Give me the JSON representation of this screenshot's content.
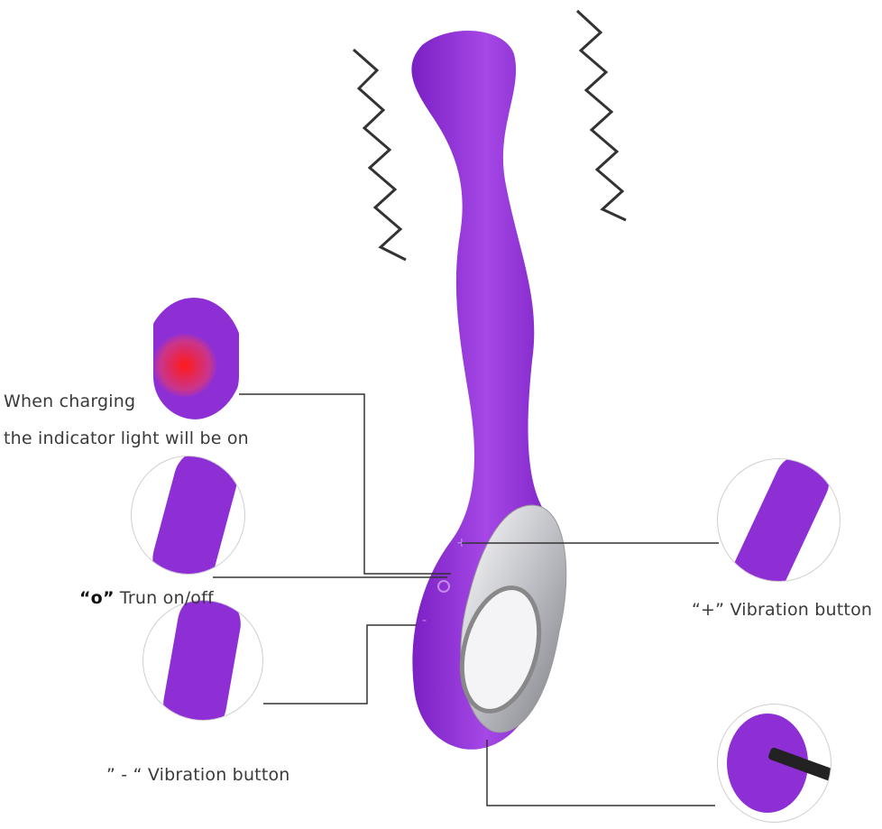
{
  "diagram": {
    "subject": "purple handheld device with control buttons",
    "colors": {
      "body": "#8e2fd6",
      "body_light": "#b15be8",
      "chrome": "#d8d8dc",
      "line": "#333333",
      "indicator": "#ff2a2a"
    },
    "callouts": [
      {
        "id": "charging",
        "line1": "When charging",
        "line2": "the indicator light will be on"
      },
      {
        "id": "power",
        "key": "“o”",
        "text": "Trun on/off"
      },
      {
        "id": "minus",
        "key": "”  -  “",
        "text": "Vibration button"
      },
      {
        "id": "plus",
        "key": "“+”",
        "text": "Vibration button"
      },
      {
        "id": "charge-port",
        "text": ""
      }
    ]
  }
}
